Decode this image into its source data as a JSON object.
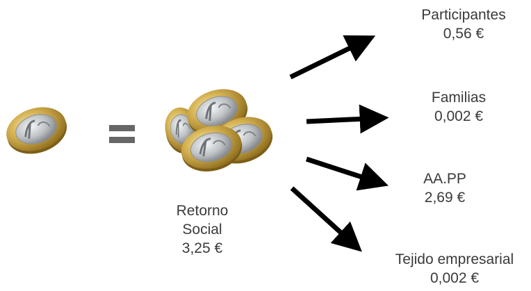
{
  "source": {
    "icon": "one-euro-coin-icon"
  },
  "equals": {
    "icon": "equals-sign-icon"
  },
  "result": {
    "icon": "euro-coin-stack-icon",
    "label_line1": "Retorno",
    "label_line2": "Social",
    "value": "3,25  €"
  },
  "recipients": [
    {
      "name": "Participantes",
      "value": "0,56 €"
    },
    {
      "name": "Familias",
      "value": "0,002 €"
    },
    {
      "name": "AA.PP",
      "value": "2,69 €"
    },
    {
      "name": "Tejido empresarial",
      "value": "0,002 €"
    }
  ],
  "colors": {
    "arrow": "#000000",
    "text": "#3a3a3a",
    "coin_gold": "#c9a544",
    "coin_silver": "#bfc3c6"
  }
}
